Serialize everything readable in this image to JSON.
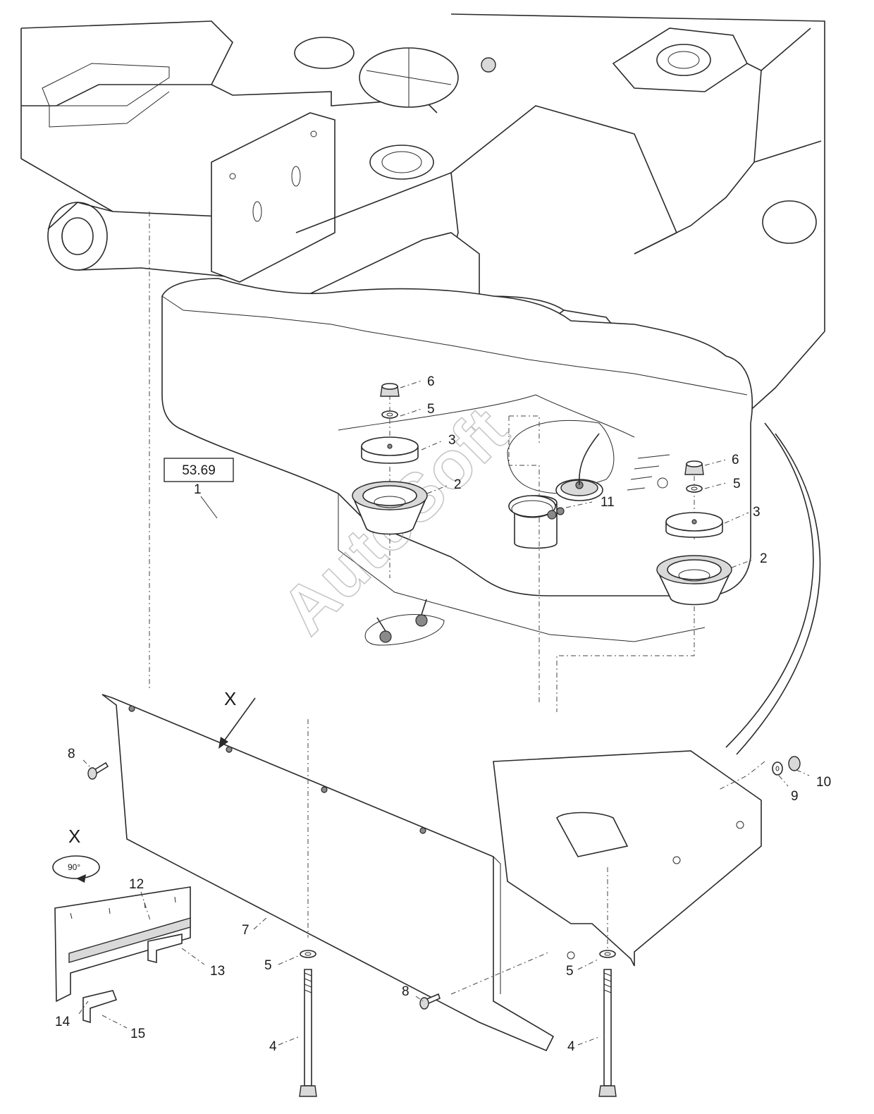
{
  "reference_box": {
    "text": "53.69"
  },
  "section_view": {
    "letter": "X",
    "angle": "90°"
  },
  "view_arrow": {
    "letter": "X"
  },
  "watermark": {
    "text": "AutoSoft"
  },
  "callouts": [
    {
      "id": "c-6a",
      "text": "6"
    },
    {
      "id": "c-5a",
      "text": "5"
    },
    {
      "id": "c-3a",
      "text": "3"
    },
    {
      "id": "c-2a",
      "text": "2"
    },
    {
      "id": "c-1",
      "text": "1"
    },
    {
      "id": "c-11",
      "text": "11"
    },
    {
      "id": "c-6b",
      "text": "6"
    },
    {
      "id": "c-5b",
      "text": "5"
    },
    {
      "id": "c-3b",
      "text": "3"
    },
    {
      "id": "c-2b",
      "text": "2"
    },
    {
      "id": "c-8a",
      "text": "8"
    },
    {
      "id": "c-12",
      "text": "12"
    },
    {
      "id": "c-7",
      "text": "7"
    },
    {
      "id": "c-13",
      "text": "13"
    },
    {
      "id": "c-5c",
      "text": "5"
    },
    {
      "id": "c-14",
      "text": "14"
    },
    {
      "id": "c-15",
      "text": "15"
    },
    {
      "id": "c-4a",
      "text": "4"
    },
    {
      "id": "c-8b",
      "text": "8"
    },
    {
      "id": "c-5d",
      "text": "5"
    },
    {
      "id": "c-4b",
      "text": "4"
    },
    {
      "id": "c-9",
      "text": "9"
    },
    {
      "id": "c-10",
      "text": "10"
    }
  ]
}
